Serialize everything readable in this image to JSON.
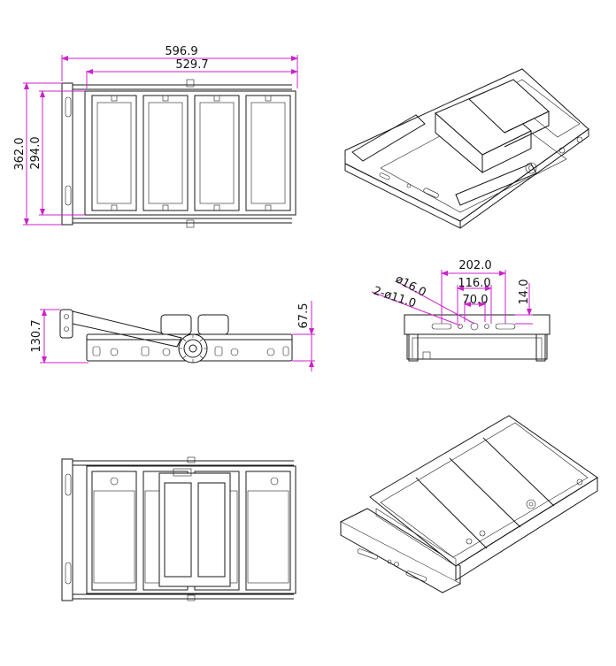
{
  "dimensions": {
    "overall_width": "596.9",
    "inner_width": "529.7",
    "overall_height": "362.0",
    "inner_height": "294.0",
    "side_height": "130.7",
    "side_depth": "67.5",
    "hole_spacing_outer": "202.0",
    "hole_spacing_mid": "116.0",
    "hole_spacing_inner": "70.0",
    "bracket_offset": "14.0",
    "large_hole": "ø16.0",
    "small_holes": "2-ø11.0"
  },
  "colors": {
    "dimension_line": "#cc22cc",
    "outline": "#1a1a1a"
  },
  "views": [
    "front-view",
    "isometric-top-view",
    "side-view",
    "bracket-end-view",
    "rear-view",
    "isometric-front-view"
  ]
}
